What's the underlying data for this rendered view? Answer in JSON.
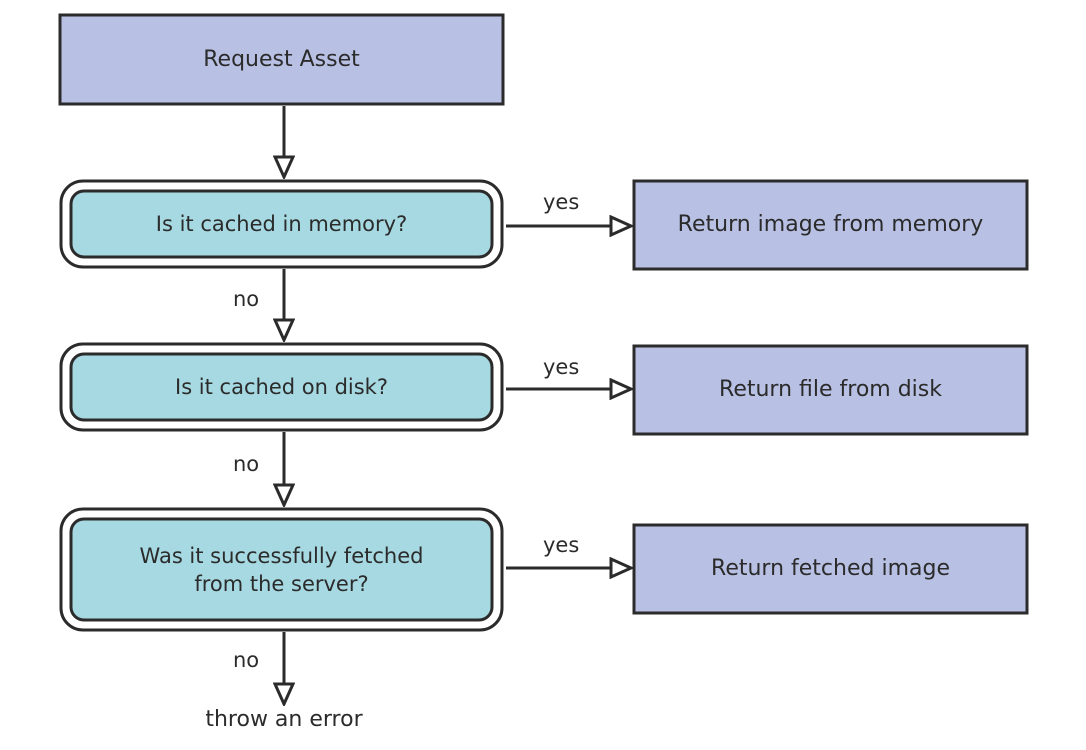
{
  "nodes": {
    "request": "Request Asset",
    "memory_q": "Is it cached in memory?",
    "memory_r": "Return image from memory",
    "disk_q": "Is it cached on disk?",
    "disk_r": "Return file from disk",
    "server_q": "Was it successfully fetched\nfrom the server?",
    "server_r": "Return fetched image",
    "error": "throw an error"
  },
  "edges": {
    "yes1": "yes",
    "yes2": "yes",
    "yes3": "yes",
    "no1": "no",
    "no2": "no",
    "no3": "no"
  },
  "colors": {
    "process": "#b8c1e4",
    "decision": "#a6d9e2",
    "stroke": "#2b2b2b"
  }
}
